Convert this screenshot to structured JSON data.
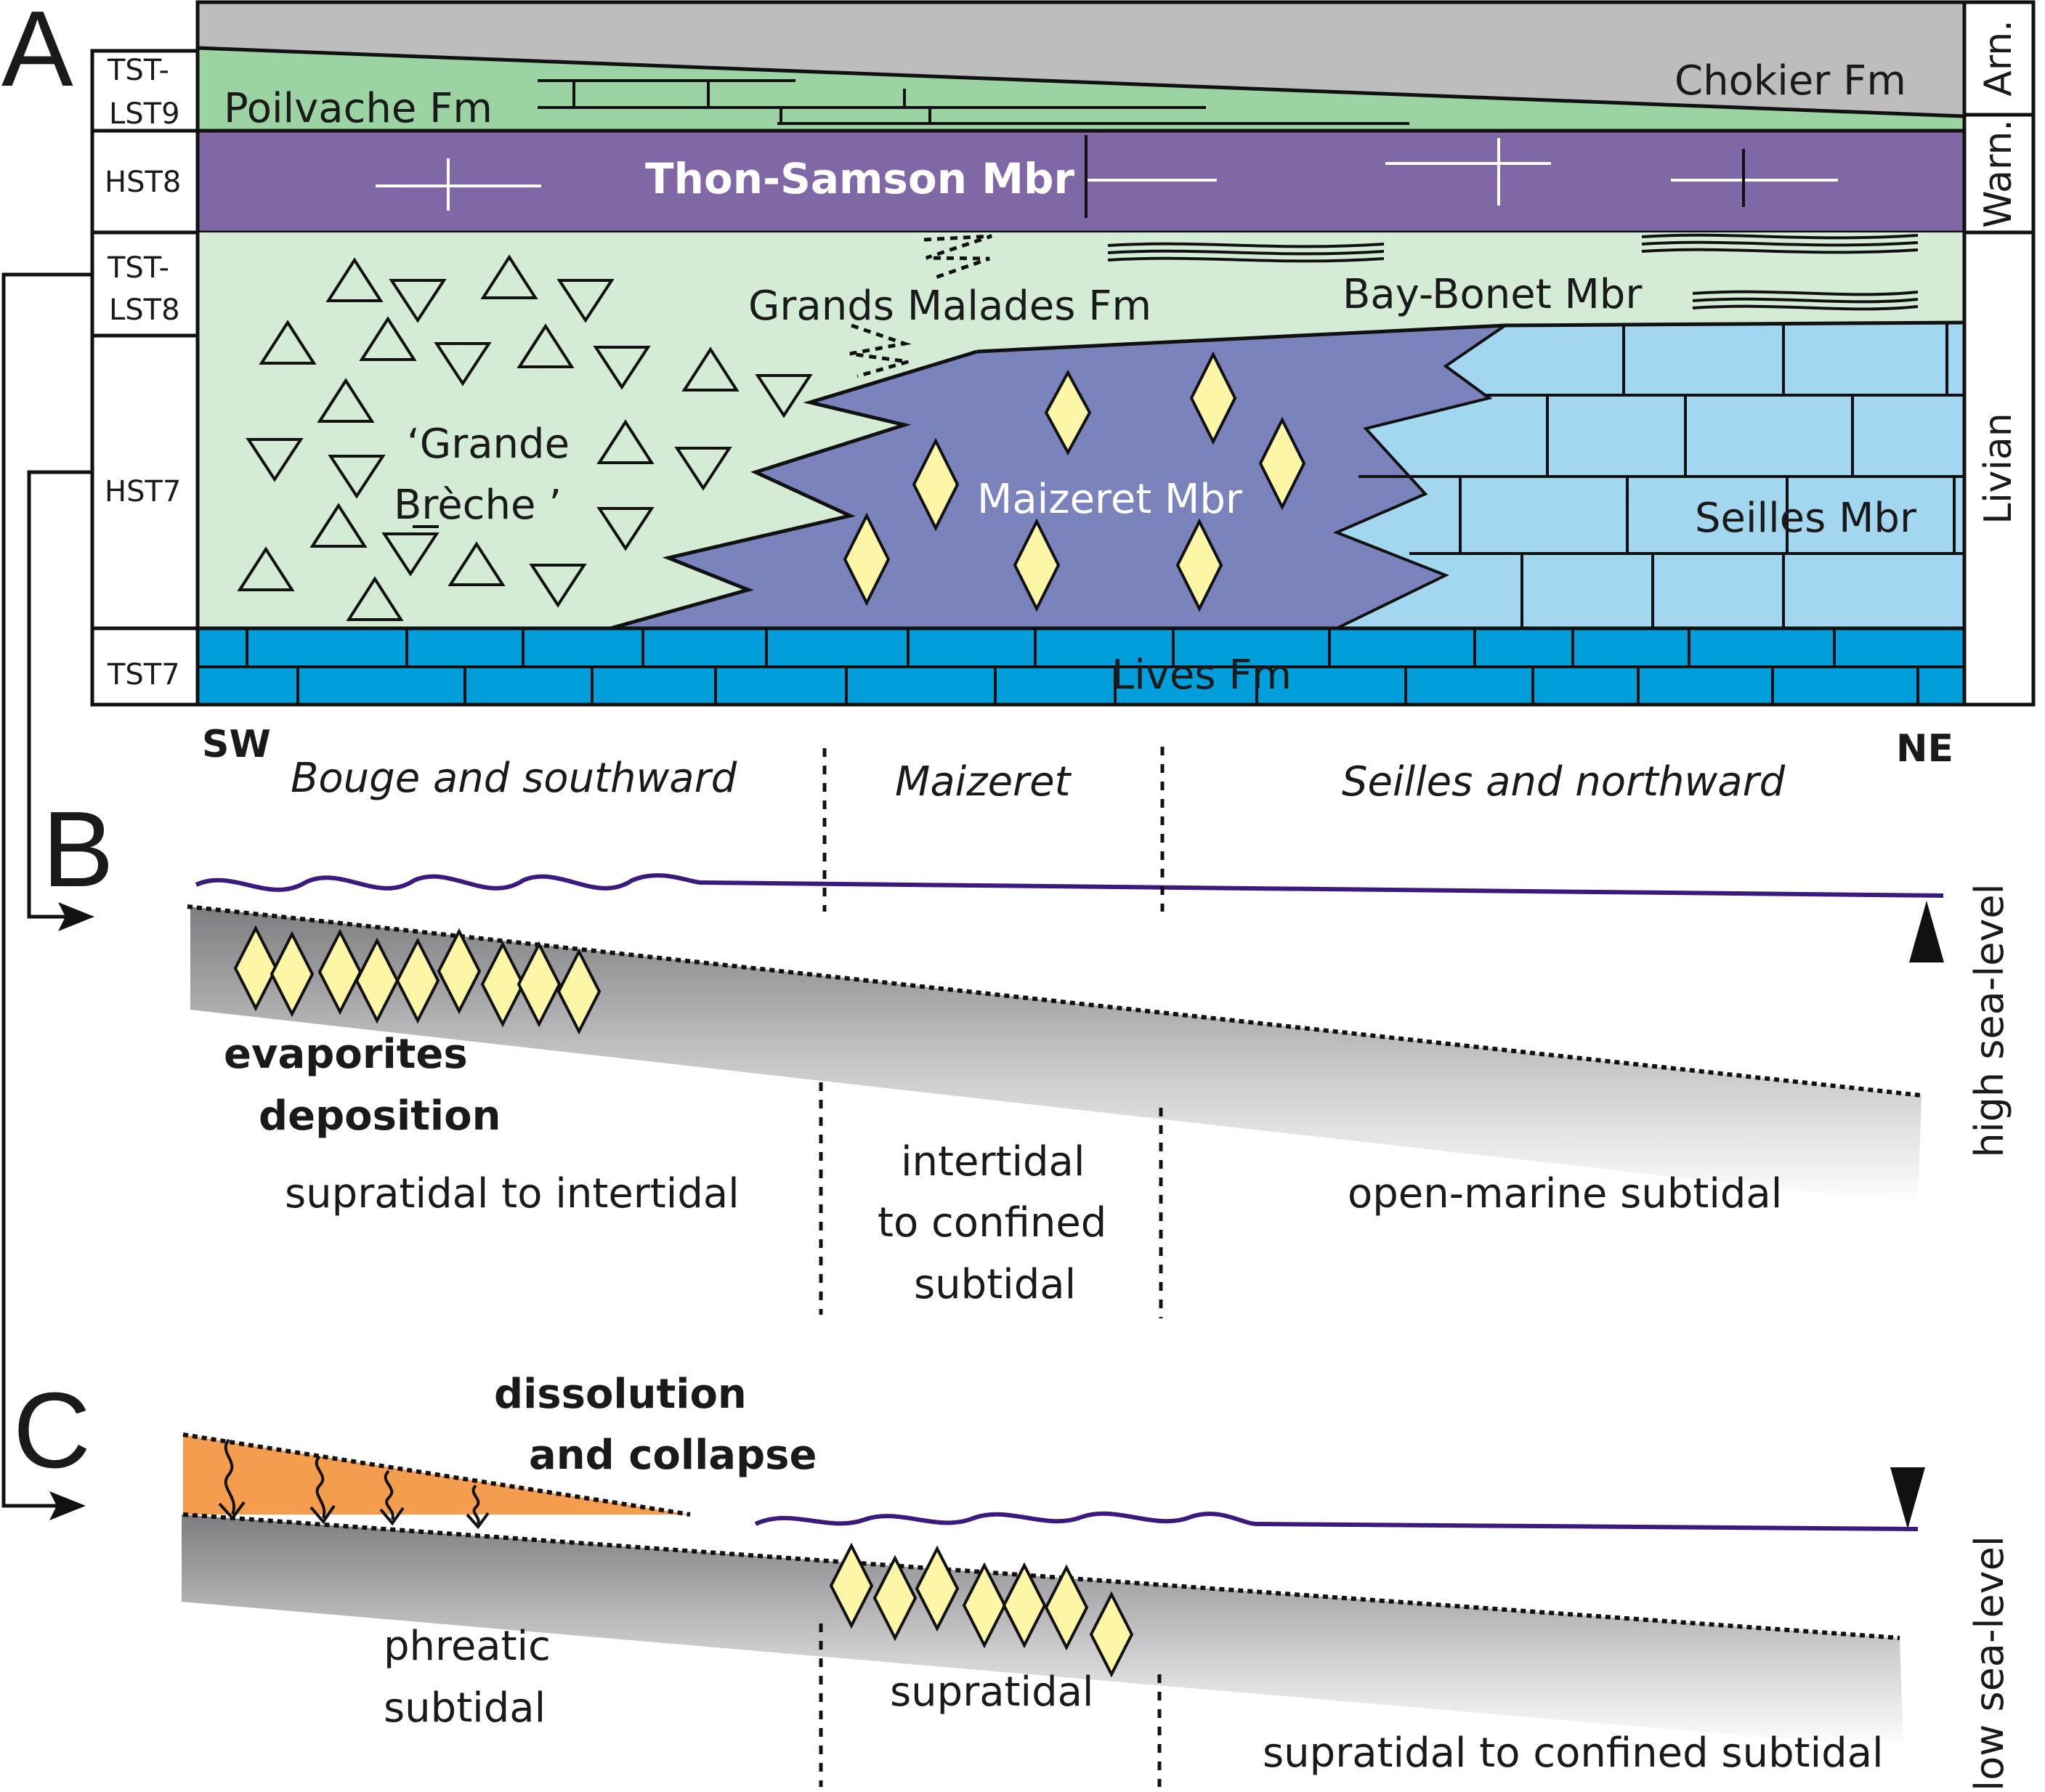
{
  "panels": {
    "a": "A",
    "b": "B",
    "c": "C"
  },
  "units": {
    "tst_lst9_a": "TST-",
    "tst_lst9_b": "LST9",
    "hst8": "HST8",
    "tst_lst8_a": "TST-",
    "tst_lst8_b": "LST8",
    "hst7": "HST7",
    "tst7": "TST7"
  },
  "stages": {
    "arn": "Arn.",
    "warn": "Warn.",
    "livian": "Livian"
  },
  "formations": {
    "chokier": "Chokier Fm",
    "poilvache": "Poilvache Fm",
    "thon_samson": "Thon-Samson Mbr",
    "grands_malades": "Grands Malades Fm",
    "bay_bonet": "Bay-Bonet Mbr",
    "grande_breche_1": "‘Grande",
    "grande_breche_2": "Brèche ’",
    "maizeret_mbr": "Maizeret Mbr",
    "seilles_mbr": "Seilles Mbr",
    "lives": "Lives Fm"
  },
  "directions": {
    "sw": "SW",
    "ne": "NE"
  },
  "localities": {
    "bouge": "Bouge and southward",
    "maizeret": "Maizeret",
    "seilles": "Seilles and northward"
  },
  "panel_b": {
    "process_1": "evaporites",
    "process_2": "deposition",
    "env_sw": "supratidal to intertidal",
    "env_mid_1": "intertidal",
    "env_mid_2": "to confined",
    "env_mid_3": "subtidal",
    "env_ne": "open-marine subtidal",
    "sea_level": "high sea-level"
  },
  "panel_c": {
    "process_1": "dissolution",
    "process_2": "and collapse",
    "env_sw_1": "phreatic",
    "env_sw_2": "subtidal",
    "env_mid": "supratidal",
    "env_ne": "supratidal to confined subtidal",
    "sea_level": "low sea-level"
  },
  "colors": {
    "grey": "#bdbdbe",
    "poilvache_green": "#9bd3a2",
    "thon_samson_purple": "#7f68a5",
    "breccia_green": "#d4ecd6",
    "maizeret_blue": "#7b83bd",
    "seilles_blue": "#a3d6ef",
    "lives_blue": "#009fdc",
    "evaporite_yellow": "#fdf6a6",
    "sea_line": "#3b1a7e",
    "collapse_orange": "#f49d4e"
  },
  "icons": {
    "breccia": "triangle-clast-icon",
    "evaporite": "diamond-evaporite-icon",
    "sea_level_marker": "triangle-marker-icon",
    "water_flow": "wavy-arrow-icon"
  }
}
